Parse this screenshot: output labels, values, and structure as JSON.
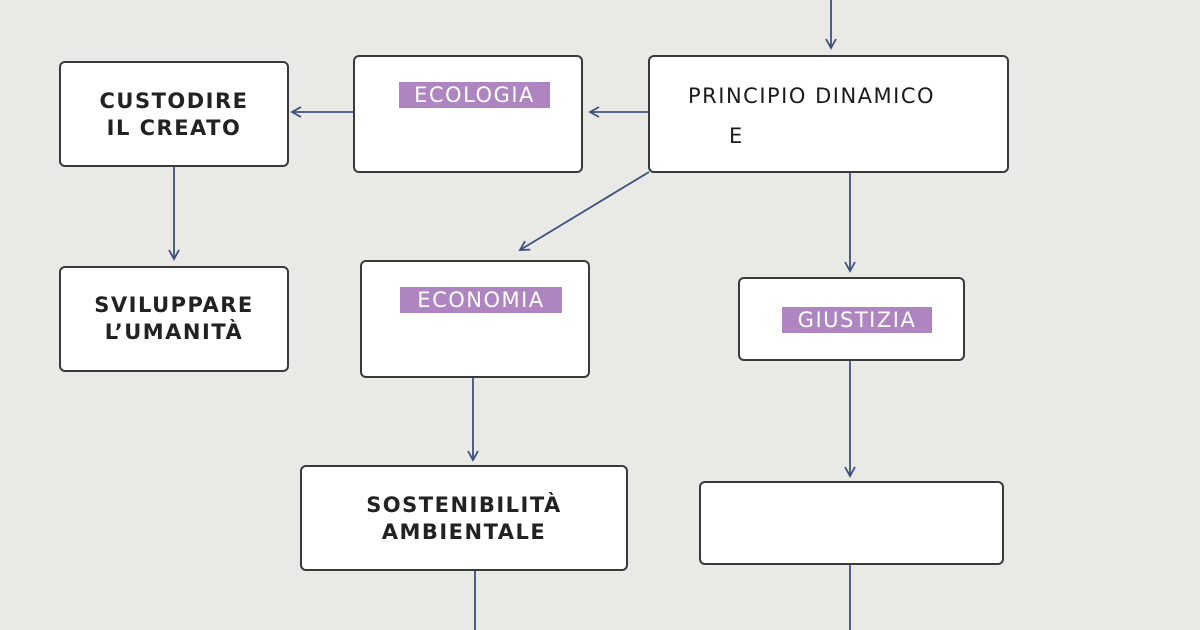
{
  "nodes": {
    "principio": {
      "line1": "PRINCIPIO DINAMICO",
      "line2": "E"
    },
    "ecologia": {
      "label": "ECOLOGIA"
    },
    "custodire": {
      "line1": "CUSTODIRE",
      "line2": "IL CREATO"
    },
    "sviluppare": {
      "line1": "SVILUPPARE",
      "line2": "L’UMANITÀ"
    },
    "economia": {
      "label": "ECONOMIA"
    },
    "giustizia": {
      "label": "GIUSTIZIA"
    },
    "sostenibilita": {
      "line1": "SOSTENIBILITÀ",
      "line2": "AMBIENTALE"
    },
    "empty": {}
  },
  "colors": {
    "background": "#e9e9e5",
    "arrow": "#3d5080",
    "tag": "#ae85c0",
    "border": "#3a3a3a"
  }
}
